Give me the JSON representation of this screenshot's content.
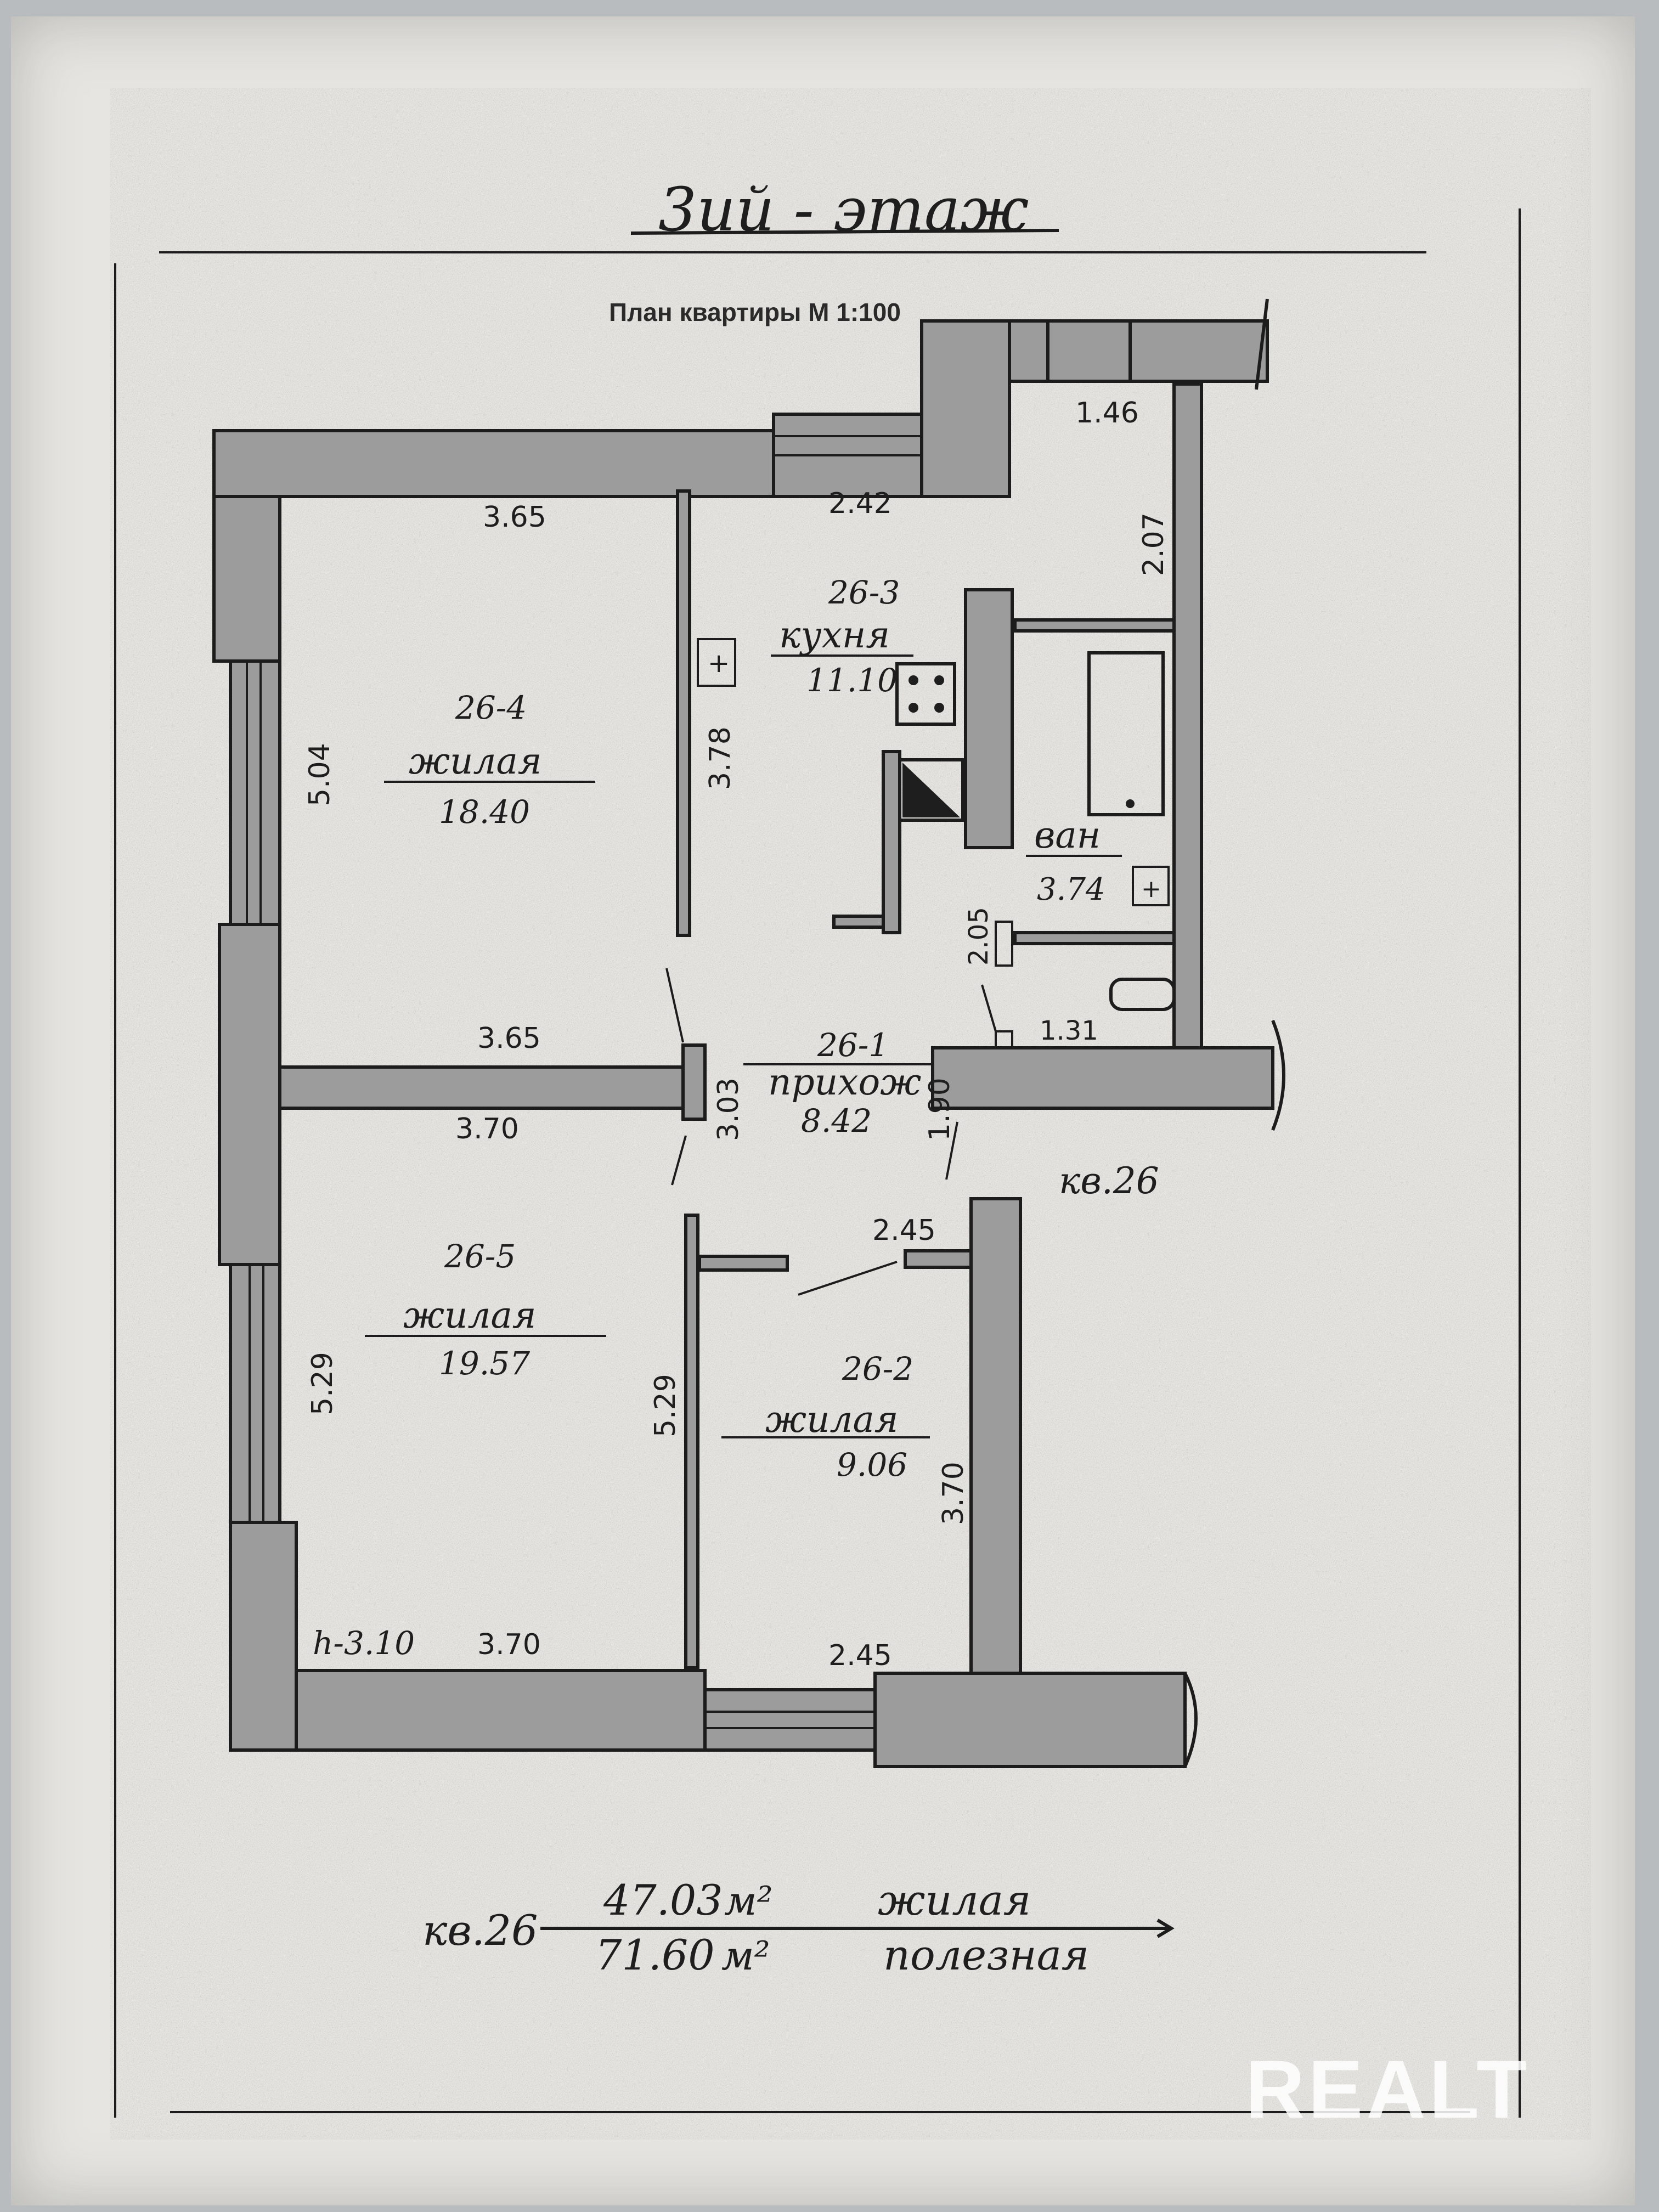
{
  "floor_title": "3ий - этаж",
  "plan_caption": "План квартиры М 1:100",
  "rooms": [
    {
      "id": "26-4",
      "name": "жилая",
      "area": "18.40"
    },
    {
      "id": "26-3",
      "name": "кухня",
      "area": "11.10"
    },
    {
      "id": "26-5",
      "name": "жилая",
      "area": "19.57"
    },
    {
      "id": "26-2",
      "name": "жилая",
      "area": "9.06"
    },
    {
      "id": "26-1",
      "name": "прихож",
      "area": "8.42"
    }
  ],
  "bath": {
    "name": "ван",
    "area": "3.74"
  },
  "dimensions": {
    "top_left_width": "3.65",
    "kitchen_top": "2.42",
    "corridor_top": "1.46",
    "corridor_side": "2.07",
    "left_height_top": "5.04",
    "kitchen_height": "3.78",
    "mid_width_upper": "3.65",
    "mid_width_lower": "3.70",
    "hall_height": "3.03",
    "hall_side": "1.90",
    "bath_door": "2.05",
    "wc_width": "1.31",
    "room2_top": "2.45",
    "left_height_bottom": "5.29",
    "room5_right": "5.29",
    "room2_right": "3.70",
    "bottom_left_width": "3.70",
    "bottom_right_width": "2.45",
    "ceiling_height": "h-3.10"
  },
  "apartment_label": "кв.26",
  "summary": {
    "apt": "кв.26",
    "living_area": "47.03",
    "living_label": "жилая",
    "total_area": "71.60",
    "total_label": "полезная",
    "unit": "м²"
  },
  "watermark": "REALT",
  "colors": {
    "paper": "#e6e5e1",
    "wall": "#9c9c9c",
    "ink": "#1e1e1e",
    "background": "#b9bcbe"
  }
}
